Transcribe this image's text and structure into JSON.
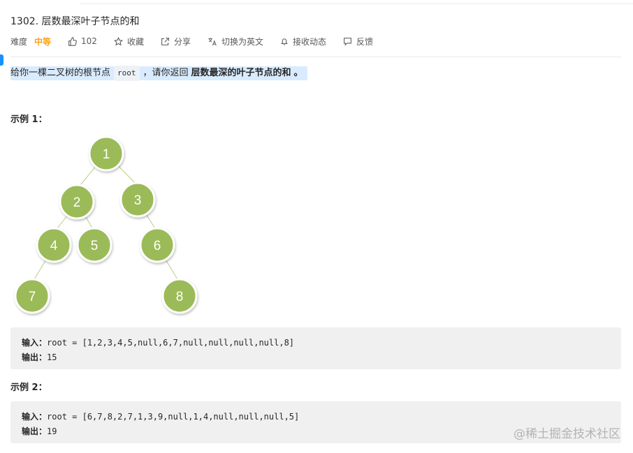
{
  "problem": {
    "title": "1302. 层数最深叶子节点的和"
  },
  "toolbar": {
    "difficulty_label": "难度",
    "difficulty_value": "中等",
    "likes": "102",
    "favorite": "收藏",
    "share": "分享",
    "switch_lang": "切换为英文",
    "notify": "接收动态",
    "feedback": "反馈",
    "accent_color": "#ffa116"
  },
  "description": {
    "prefix": "给你一棵二叉树的根节点",
    "code": "root",
    "middle": "，请你返回",
    "bold": "层数最深的叶子节点的和",
    "suffix": "。"
  },
  "example1": {
    "title": "示例 1：",
    "tree_nodes": [
      "1",
      "2",
      "3",
      "4",
      "5",
      "6",
      "7",
      "8"
    ],
    "node_color": "#9bbb59",
    "input_label": "输入：",
    "input_value": "root = [1,2,3,4,5,null,6,7,null,null,null,null,8]",
    "output_label": "输出：",
    "output_value": "15"
  },
  "example2": {
    "title": "示例 2：",
    "input_label": "输入：",
    "input_value": "root = [6,7,8,2,7,1,3,9,null,1,4,null,null,null,5]",
    "output_label": "输出：",
    "output_value": "19"
  },
  "watermark": "@稀土掘金技术社区"
}
